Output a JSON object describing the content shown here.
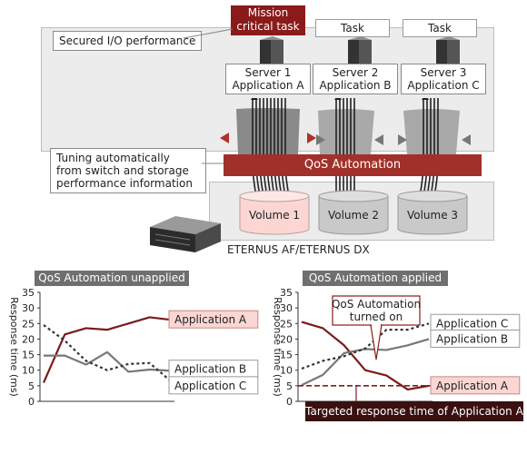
{
  "diagram": {
    "secured_io": "Secured I/O performance",
    "mission_task": [
      "Mission",
      "critical task"
    ],
    "task_labels": [
      "Task",
      "Task"
    ],
    "servers": [
      {
        "name": "Server 1",
        "app": "Application A"
      },
      {
        "name": "Server 2",
        "app": "Application B"
      },
      {
        "name": "Server 3",
        "app": "Application C"
      }
    ],
    "tuning_text": [
      "Tuning automatically",
      "from switch and storage",
      "performance information"
    ],
    "qos_bar": "QoS Automation",
    "volumes": [
      "Volume 1",
      "Volume 2",
      "Volume 3"
    ],
    "storage_label": "ETERNUS AF/ETERNUS DX",
    "colors": {
      "accent": "#8b1a1a",
      "pink": "#fbd6d3",
      "panel": "#ececec",
      "grey": "#7a7a7a"
    }
  },
  "chart_data": [
    {
      "type": "line",
      "title": "QoS Automation unapplied",
      "ylabel": "Response time (ms)",
      "ylim": [
        0,
        35
      ],
      "yticks": [
        0,
        5,
        10,
        15,
        20,
        25,
        30,
        35
      ],
      "series": [
        {
          "name": "Application A",
          "style": "solid-dark",
          "values": [
            6,
            21.5,
            23.5,
            23,
            25,
            27,
            26.2
          ]
        },
        {
          "name": "Application B",
          "style": "solid-grey",
          "values": [
            14.7,
            14.7,
            11.8,
            15.8,
            9.5,
            10.2,
            9.8
          ]
        },
        {
          "name": "Application C",
          "style": "dotted",
          "values": [
            24.5,
            19.5,
            13,
            10,
            12,
            12.3,
            6.5
          ]
        }
      ]
    },
    {
      "type": "line",
      "title": "QoS Automation applied",
      "ylabel": "Response time (ms)",
      "ylim": [
        0,
        35
      ],
      "yticks": [
        0,
        5,
        10,
        15,
        20,
        25,
        30,
        35
      ],
      "series": [
        {
          "name": "Application A",
          "style": "solid-dark",
          "values": [
            25.5,
            23.5,
            18,
            10,
            8.3,
            3.8,
            5
          ]
        },
        {
          "name": "Application B",
          "style": "solid-grey",
          "values": [
            5.2,
            8.5,
            15.5,
            16.8,
            16.5,
            18,
            20
          ]
        },
        {
          "name": "Application C",
          "style": "dotted",
          "values": [
            10.5,
            13,
            14.5,
            17,
            23,
            23,
            25
          ]
        }
      ],
      "annotations": {
        "qos_on": [
          "QoS Automation",
          "turned on"
        ],
        "target_label": "Targeted response time of Application A",
        "target_value": 5
      }
    }
  ]
}
